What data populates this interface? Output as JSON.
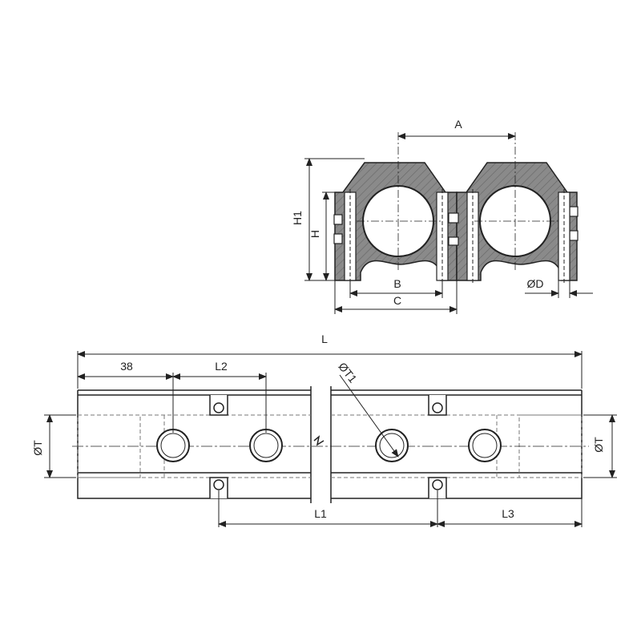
{
  "colors": {
    "outline": "#222222",
    "section_fill": "#8a8a8a",
    "hatch": "#5a5a5a",
    "body_fill": "#ffffff",
    "hidden_line": "#777777"
  },
  "section_view": {
    "labels": {
      "A": "A",
      "H1": "H1",
      "H": "H",
      "B": "B",
      "C": "C",
      "D": "ØD"
    }
  },
  "side_view": {
    "labels": {
      "L": "L",
      "L38": "38",
      "L2": "L2",
      "T_left": "ØT",
      "T_right": "ØT",
      "T1": "ØT1",
      "L1": "L1",
      "L3": "L3"
    }
  }
}
